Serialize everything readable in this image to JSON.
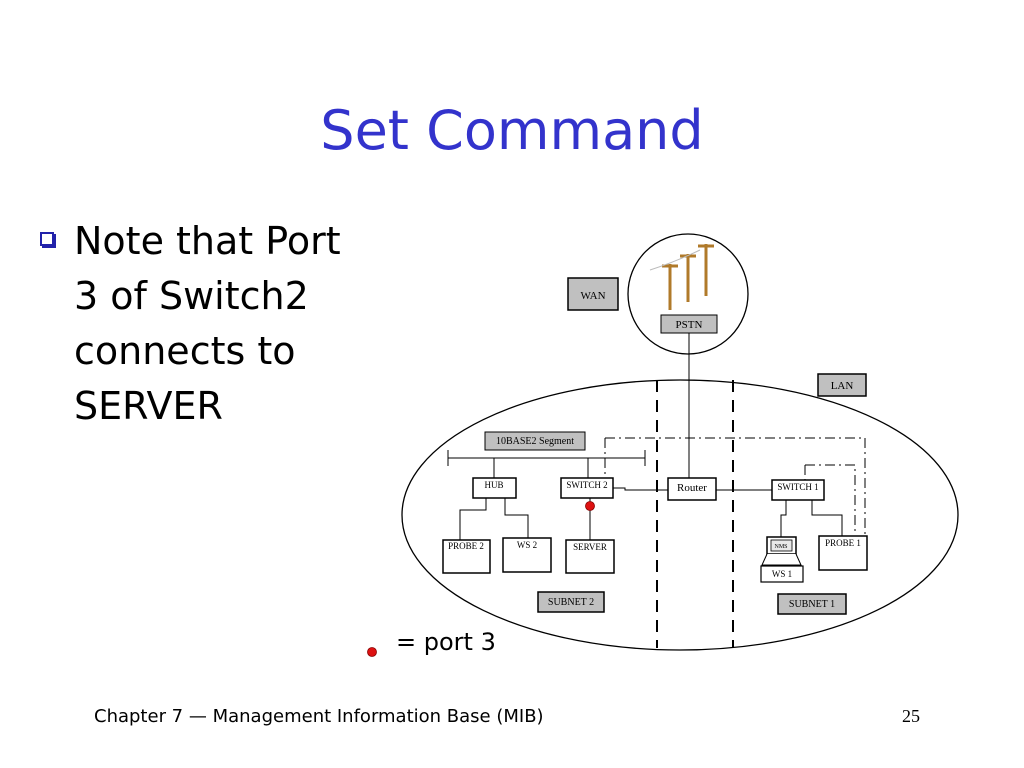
{
  "slide": {
    "title": "Set Command",
    "bullet": "Note that Port 3 of Switch2 connects to SERVER",
    "legend_text": "= port 3",
    "footer": "Chapter 7 — Management Information Base (MIB)",
    "page_number": "25"
  },
  "diagram": {
    "wan": "WAN",
    "pstn": "PSTN",
    "lan": "LAN",
    "segment": "10BASE2 Segment",
    "hub": "HUB",
    "switch2": "SWITCH 2",
    "router": "Router",
    "switch1": "SWITCH 1",
    "probe2": "PROBE 2",
    "ws2": "WS 2",
    "server": "SERVER",
    "nms": "NMS",
    "ws1": "WS 1",
    "probe1": "PROBE 1",
    "subnet2": "SUBNET 2",
    "subnet1": "SUBNET 1"
  },
  "colors": {
    "title": "#3333cc",
    "port_marker": "#dd1111",
    "label_box_fill": "#c0c0c0",
    "pole": "#b07a2a"
  }
}
